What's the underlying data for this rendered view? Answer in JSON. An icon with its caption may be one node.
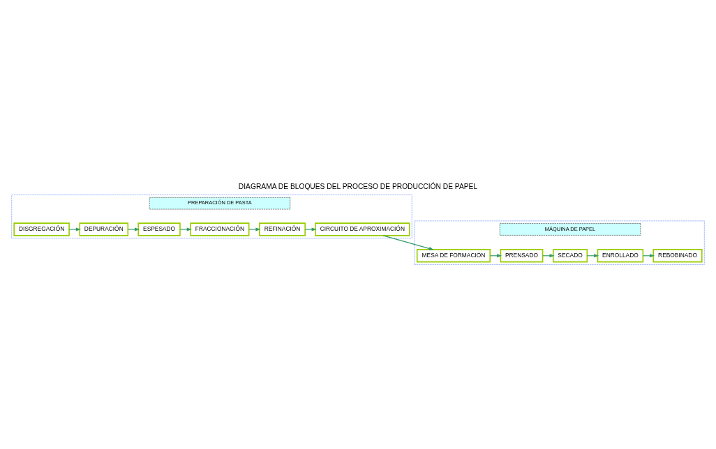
{
  "diagram": {
    "title": "DIAGRAMA DE BLOQUES DEL PROCESO DE PRODUCCIÓN DE PAPEL",
    "nodes": [
      {
        "text": [],
        "shape": "box"
      },
      {
        "text": [
          "PREPARACIÓN DE PASTA"
        ],
        "in": 0
      },
      {
        "text": [
          "DISGREGACIÓN"
        ],
        "in": 0
      },
      {
        "text": [
          "DEPURACIÓN"
        ],
        "in": 0
      },
      {
        "text": [
          "ESPESADO"
        ],
        "in": 0
      },
      {
        "text": [
          "FRACCIONACIÓN"
        ],
        "in": 0
      },
      {
        "text": [
          "REFINACIÓN"
        ],
        "in": 0
      },
      {
        "text": [
          "CIRCUITO DE APROXIMACIÓN"
        ],
        "in": 0
      },
      {
        "text": [],
        "shape": "box"
      },
      {
        "text": [
          "MÁQUINA DE PAPEL"
        ],
        "in": 8
      },
      {
        "text": [
          "REBOBINADO"
        ],
        "in": 8
      },
      {
        "text": [
          "ENROLLADO"
        ],
        "in": 8
      },
      {
        "text": [
          "SECADO"
        ],
        "in": 8
      },
      {
        "text": [
          "PRENSADO"
        ],
        "in": 8
      },
      {
        "text": [
          "MESA DE FORMACIÓN"
        ],
        "in": 8
      }
    ],
    "edges": [
      {
        "from": 2,
        "to": 3,
        "arrow": "to"
      },
      {
        "from": 3,
        "to": 4,
        "arrow": "to"
      },
      {
        "from": 4,
        "to": 5,
        "arrow": "to"
      },
      {
        "from": 5,
        "to": 6,
        "arrow": "to"
      },
      {
        "from": 6,
        "to": 7,
        "arrow": "to"
      },
      {
        "from": 7,
        "to": 14,
        "arrow": "to"
      },
      {
        "from": 14,
        "to": 13,
        "arrow": "to"
      },
      {
        "from": 13,
        "to": 12,
        "arrow": "to"
      },
      {
        "from": 12,
        "to": 11,
        "arrow": "to"
      },
      {
        "from": 11,
        "to": 10,
        "arrow": "to"
      }
    ]
  }
}
